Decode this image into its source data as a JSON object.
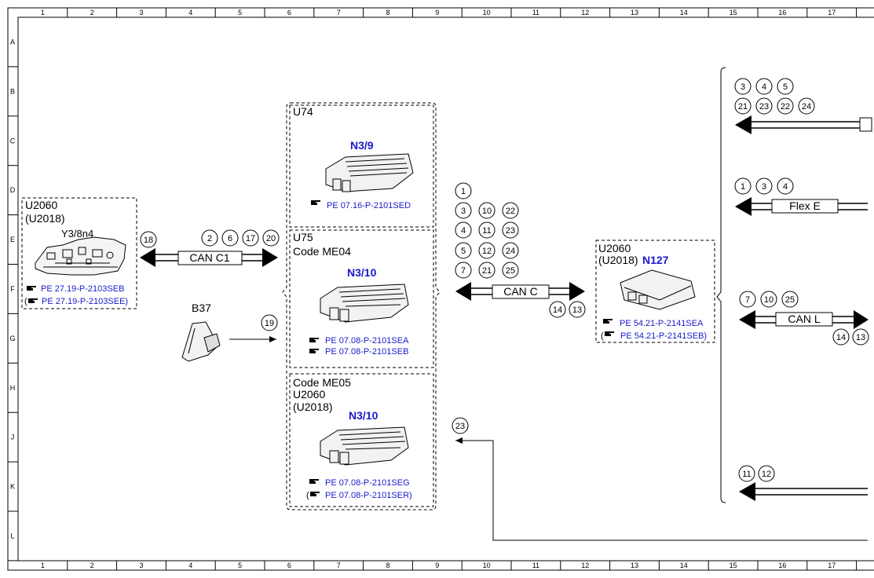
{
  "grid": {
    "columns": [
      "1",
      "2",
      "3",
      "4",
      "5",
      "6",
      "7",
      "8",
      "9",
      "10",
      "11",
      "12",
      "13",
      "14",
      "15",
      "16",
      "17"
    ],
    "rows": [
      "A",
      "B",
      "C",
      "D",
      "E",
      "F",
      "G",
      "H",
      "J",
      "K",
      "L"
    ]
  },
  "colors": {
    "reference": "#1a1acc",
    "line": "#000000"
  },
  "icons": {
    "reference": "pointing-hand-icon"
  },
  "components": {
    "y3_8n4": {
      "title_1": "U2060",
      "title_2": "(U2018)",
      "name": "Y3/8n4",
      "ref_1": "PE 27.19-P-2103SEB",
      "ref_2": "PE 27.19-P-2103SEE)",
      "ref_2_prefix": "("
    },
    "b37": {
      "name": "B37"
    },
    "u74": {
      "title": "U74",
      "name": "N3/9",
      "ref_1": "PE 07.16-P-2101SED"
    },
    "u75": {
      "title_1": "U75",
      "title_2": "Code ME04",
      "name": "N3/10",
      "ref_1": "PE 07.08-P-2101SEA",
      "ref_2": "PE 07.08-P-2101SEB"
    },
    "me05": {
      "title_1": "Code ME05",
      "title_2": "U2060",
      "title_3": "(U2018)",
      "name": "N3/10",
      "ref_1": "PE 07.08-P-2101SEG",
      "ref_2": "PE 07.08-P-2101SER)",
      "ref_2_prefix": "("
    },
    "n127": {
      "title_1": "U2060",
      "title_2": "(U2018)",
      "name": "N127",
      "ref_1": "PE 54.21-P-2141SEA",
      "ref_2": "PE 54.21-P-2141SEB)",
      "ref_2_prefix": "("
    }
  },
  "buses": {
    "can_c1": "CAN C1",
    "can_c": "CAN C",
    "flex_e": "Flex E",
    "can_l": "CAN L"
  },
  "circles": {
    "c18": "18",
    "c2": "2",
    "c6": "6",
    "c17": "17",
    "c20": "20",
    "c19": "19",
    "m1": "1",
    "m3": "3",
    "m10": "10",
    "m22": "22",
    "m4": "4",
    "m11": "11",
    "m23": "23",
    "m5": "5",
    "m12": "12",
    "m24": "24",
    "m7": "7",
    "m21": "21",
    "m25": "25",
    "m14": "14",
    "m13": "13",
    "j23": "23",
    "r3": "3",
    "r4": "4",
    "r5": "5",
    "r21": "21",
    "r23": "23",
    "r22": "22",
    "r24": "24",
    "f1": "1",
    "f3": "3",
    "f4": "4",
    "l7": "7",
    "l10": "10",
    "l25": "25",
    "l14": "14",
    "l13": "13",
    "k11": "11",
    "k12": "12"
  }
}
